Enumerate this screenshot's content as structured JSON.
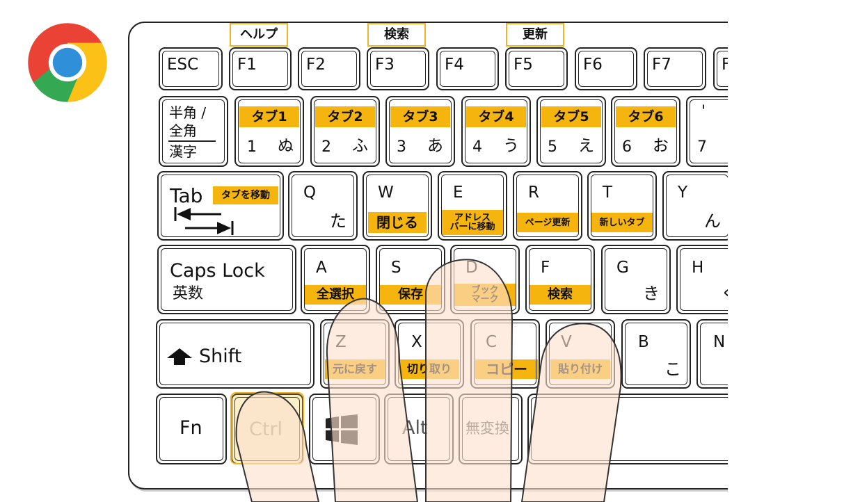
{
  "top_labels": {
    "f1": "ヘルプ",
    "f3": "検索",
    "f5": "更新"
  },
  "function_row": {
    "esc": "ESC",
    "f1": "F1",
    "f2": "F2",
    "f3": "F3",
    "f4": "F4",
    "f5": "F5",
    "f6": "F6",
    "f7": "F7",
    "f8": "F"
  },
  "number_row": {
    "hankaku_line1": "半角 /",
    "hankaku_line2": "全角",
    "hankaku_line3": "漢字",
    "keys": [
      {
        "tab_label": "タブ1",
        "number": "1",
        "kana": "ぬ"
      },
      {
        "tab_label": "タブ2",
        "number": "2",
        "kana": "ふ"
      },
      {
        "tab_label": "タブ3",
        "number": "3",
        "kana": "あ"
      },
      {
        "tab_label": "タブ4",
        "number": "4",
        "kana": "う"
      },
      {
        "tab_label": "タブ5",
        "number": "5",
        "kana": "え"
      },
      {
        "tab_label": "タブ6",
        "number": "6",
        "kana": "お"
      }
    ],
    "seven": {
      "number": "7",
      "symbol": "'"
    }
  },
  "qwerty_row": {
    "tab": {
      "label": "Tab",
      "shortcut": "タブを移動"
    },
    "q": {
      "letter": "Q",
      "kana": "た"
    },
    "w": {
      "letter": "W",
      "shortcut": "閉じる"
    },
    "e": {
      "letter": "E",
      "shortcut_line1": "アドレス",
      "shortcut_line2": "バーに移動"
    },
    "r": {
      "letter": "R",
      "shortcut": "ページ更新"
    },
    "t": {
      "letter": "T",
      "shortcut": "新しいタブ"
    },
    "y": {
      "letter": "Y",
      "kana": "ん"
    }
  },
  "home_row": {
    "caps": {
      "line1": "Caps Lock",
      "line2": "英数"
    },
    "a": {
      "letter": "A",
      "shortcut": "全選択"
    },
    "s": {
      "letter": "S",
      "shortcut": "保存"
    },
    "d": {
      "letter": "D",
      "shortcut_line1": "ブック",
      "shortcut_line2": "マーク"
    },
    "f": {
      "letter": "F",
      "shortcut": "検索"
    },
    "g": {
      "letter": "G",
      "kana": "き"
    },
    "h": {
      "letter": "H",
      "kana": "く"
    }
  },
  "bottom_row": {
    "shift": "Shift",
    "z": {
      "letter": "Z",
      "shortcut": "元に戻す"
    },
    "x": {
      "letter": "X",
      "shortcut": "切り取り"
    },
    "c": {
      "letter": "C",
      "shortcut": "コピー"
    },
    "v": {
      "letter": "V",
      "shortcut": "貼り付け"
    },
    "b": {
      "letter": "B",
      "kana": "こ"
    },
    "n": {
      "letter": "N"
    }
  },
  "space_row": {
    "fn": "Fn",
    "ctrl": "Ctrl",
    "alt": "Alt",
    "muhenkan": "無変換"
  },
  "colors": {
    "highlight": "#f6b40f",
    "highlight_border": "#f0b429",
    "finger_fill": "#fce0cc",
    "finger_stroke": "#333333"
  },
  "icons": {
    "logo": "chrome-logo-icon",
    "windows": "windows-logo-icon",
    "shift_arrow": "shift-arrow-icon",
    "tab_arrows": "tab-arrows-icon"
  }
}
